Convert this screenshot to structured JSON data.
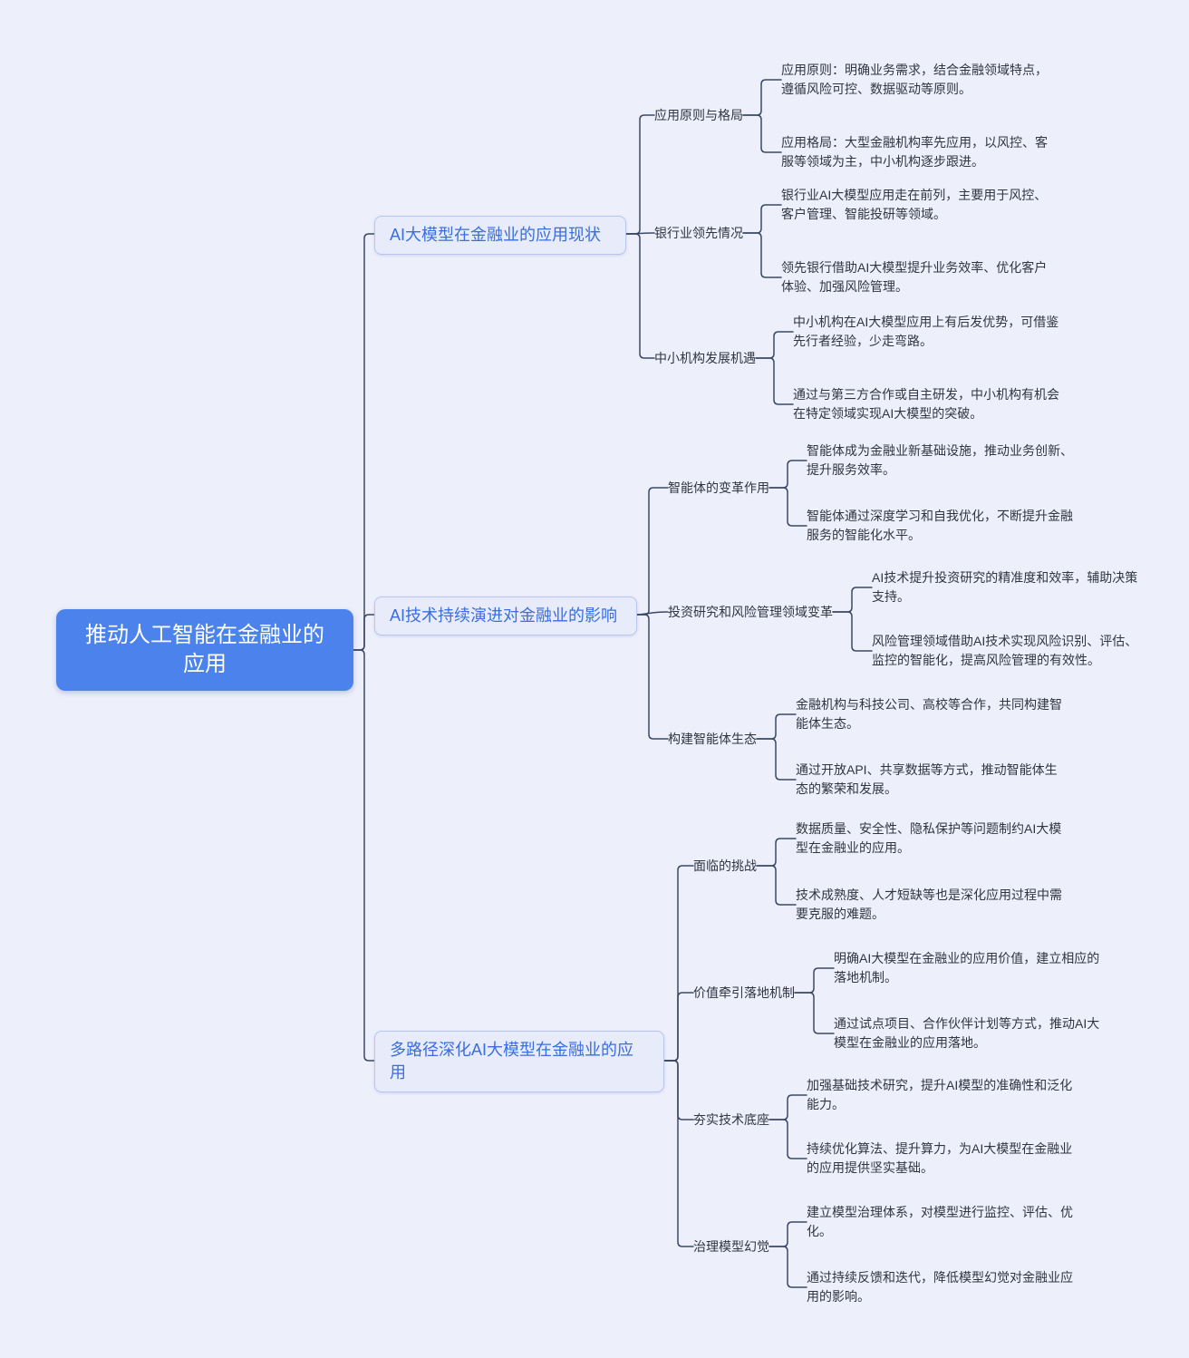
{
  "page": {
    "background_color": "#edeffa",
    "connector_color": "#3b4866",
    "branch_text_color": "#3a6ee0",
    "branch_fill_color": "#e7ebfa",
    "root_fill_color": "#4b82ec"
  },
  "root": {
    "label": "推动人工智能在金融业的应用"
  },
  "branches": [
    {
      "label": "AI大模型在金融业的应用现状",
      "children": [
        {
          "label": "应用原则与格局",
          "leaves": [
            "应用原则：明确业务需求，结合金融领域特点，遵循风险可控、数据驱动等原则。",
            "应用格局：大型金融机构率先应用，以风控、客服等领域为主，中小机构逐步跟进。"
          ]
        },
        {
          "label": "银行业领先情况",
          "leaves": [
            "银行业AI大模型应用走在前列，主要用于风控、客户管理、智能投研等领域。",
            "领先银行借助AI大模型提升业务效率、优化客户体验、加强风险管理。"
          ]
        },
        {
          "label": "中小机构发展机遇",
          "leaves": [
            "中小机构在AI大模型应用上有后发优势，可借鉴先行者经验，少走弯路。",
            "通过与第三方合作或自主研发，中小机构有机会在特定领域实现AI大模型的突破。"
          ]
        }
      ]
    },
    {
      "label": "AI技术持续演进对金融业的影响",
      "children": [
        {
          "label": "智能体的变革作用",
          "leaves": [
            "智能体成为金融业新基础设施，推动业务创新、提升服务效率。",
            "智能体通过深度学习和自我优化，不断提升金融服务的智能化水平。"
          ]
        },
        {
          "label": "投资研究和风险管理领域变革",
          "leaves": [
            "AI技术提升投资研究的精准度和效率，辅助决策支持。",
            "风险管理领域借助AI技术实现风险识别、评估、监控的智能化，提高风险管理的有效性。"
          ]
        },
        {
          "label": "构建智能体生态",
          "leaves": [
            "金融机构与科技公司、高校等合作，共同构建智能体生态。",
            "通过开放API、共享数据等方式，推动智能体生态的繁荣和发展。"
          ]
        }
      ]
    },
    {
      "label": "多路径深化AI大模型在金融业的应用",
      "children": [
        {
          "label": "面临的挑战",
          "leaves": [
            "数据质量、安全性、隐私保护等问题制约AI大模型在金融业的应用。",
            "技术成熟度、人才短缺等也是深化应用过程中需要克服的难题。"
          ]
        },
        {
          "label": "价值牵引落地机制",
          "leaves": [
            "明确AI大模型在金融业的应用价值，建立相应的落地机制。",
            "通过试点项目、合作伙伴计划等方式，推动AI大模型在金融业的应用落地。"
          ]
        },
        {
          "label": "夯实技术底座",
          "leaves": [
            "加强基础技术研究，提升AI模型的准确性和泛化能力。",
            "持续优化算法、提升算力，为AI大模型在金融业的应用提供坚实基础。"
          ]
        },
        {
          "label": "治理模型幻觉",
          "leaves": [
            "建立模型治理体系，对模型进行监控、评估、优化。",
            "通过持续反馈和迭代，降低模型幻觉对金融业应用的影响。"
          ]
        }
      ]
    }
  ]
}
